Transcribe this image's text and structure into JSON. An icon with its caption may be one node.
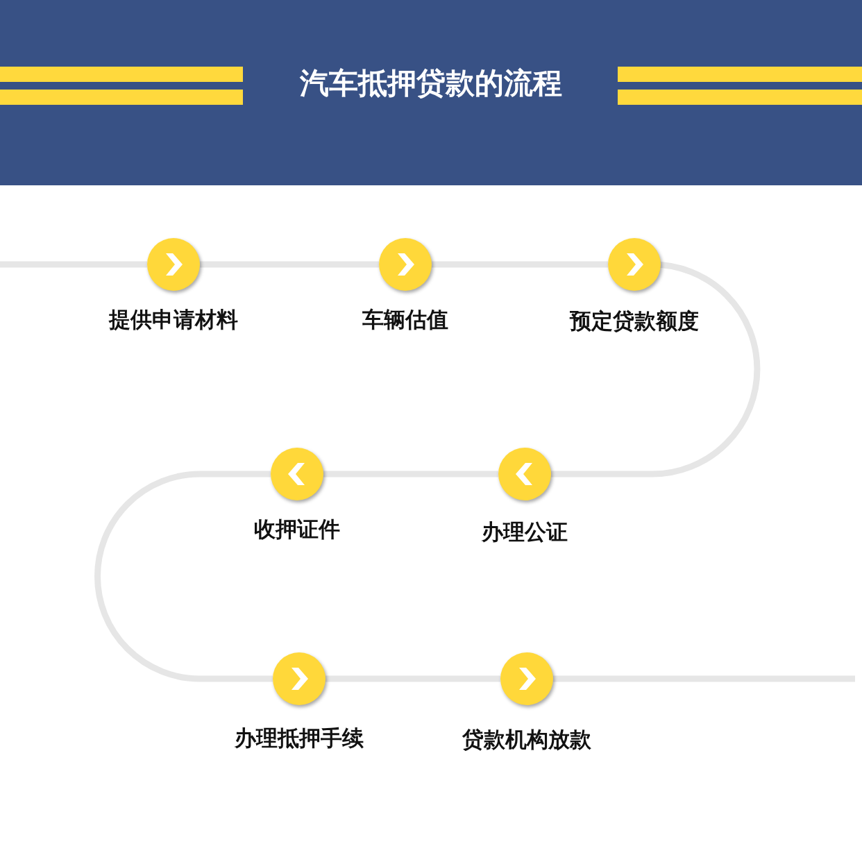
{
  "diagram": {
    "title": "汽车抵押贷款的流程",
    "nodes": [
      {
        "text": [],
        "shape": "circle",
        "beside": [
          "提供申请材料"
        ]
      },
      {
        "text": [],
        "shape": "circle",
        "beside": [
          "车辆估值"
        ]
      },
      {
        "text": [],
        "shape": "circle",
        "beside": [
          "预定贷款额度"
        ]
      },
      {
        "text": [],
        "shape": "circle",
        "beside": [
          "办理公证"
        ]
      },
      {
        "text": [],
        "shape": "circle",
        "beside": [
          "收押证件"
        ]
      },
      {
        "text": [],
        "shape": "circle",
        "beside": [
          "办理抵押手续"
        ]
      },
      {
        "text": [],
        "shape": "circle",
        "beside": [
          "贷款机构放款"
        ]
      }
    ],
    "edges": [
      {
        "from": null,
        "to": 0,
        "arrow": "none"
      },
      {
        "from": 0,
        "to": 1,
        "arrow": "none"
      },
      {
        "from": 1,
        "to": 2,
        "arrow": "none"
      },
      {
        "from": 2,
        "to": 3,
        "arrow": "none"
      },
      {
        "from": 3,
        "to": 4,
        "arrow": "none"
      },
      {
        "from": 4,
        "to": 5,
        "arrow": "none"
      },
      {
        "from": 5,
        "to": 6,
        "arrow": "none"
      },
      {
        "from": 6,
        "to": null,
        "arrow": "none"
      }
    ]
  }
}
